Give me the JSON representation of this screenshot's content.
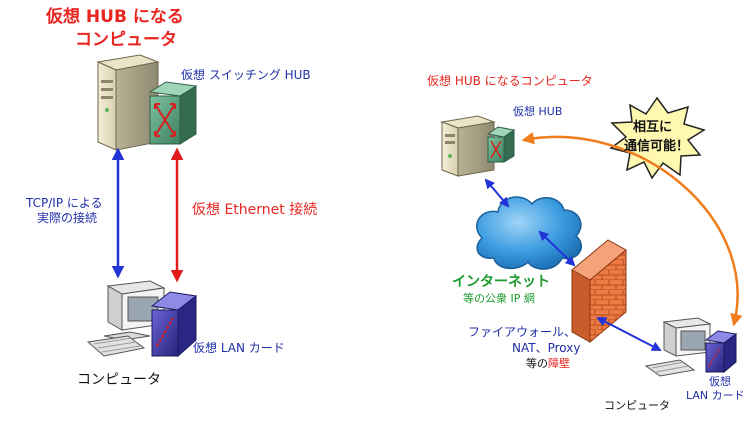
{
  "colors": {
    "red_text": "#e8251f",
    "blue_text": "#1f2fa8",
    "green_text": "#1d9a2e",
    "blue_arrow": "#2233d8",
    "red_arrow": "#e11b1b",
    "orange_arrow": "#f07d1c",
    "cloud": "#2a8fd6",
    "firewall": "#e8743c",
    "hub_green": "#4f9a78",
    "lan_card": "#3b36a6"
  },
  "left": {
    "title_line1": "仮想 HUB になる",
    "title_line2": "コンピュータ",
    "hub_label": "仮想 スイッチング HUB",
    "tcpip_line1": "TCP/IP による",
    "tcpip_line2": "実際の接続",
    "ethernet_label": "仮想 Ethernet 接続",
    "lan_label": "仮想 LAN カード",
    "computer_label": "コンピュータ"
  },
  "right": {
    "title": "仮想 HUB になるコンピュータ",
    "hub_label": "仮想 HUB",
    "burst_line1": "相互に",
    "burst_line2": "通信可能！",
    "internet_label": "インターネット",
    "internet_sub": "等の公衆 IP 網",
    "firewall_line1": "ファイアウォール、",
    "firewall_line2": "NAT、Proxy",
    "firewall_line3_pre": "等の",
    "firewall_line3_em": "障壁",
    "computer_label": "コンピュータ",
    "lan_line1": "仮想",
    "lan_line2": "LAN カード"
  }
}
